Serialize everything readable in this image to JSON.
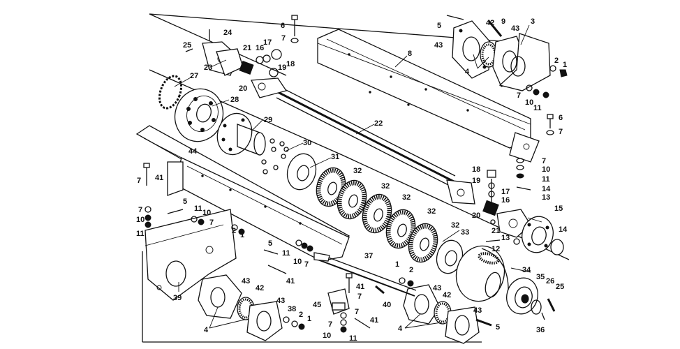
{
  "callouts": [
    "1",
    "2",
    "3",
    "4",
    "5",
    "6",
    "7",
    "8",
    "9",
    "10",
    "11",
    "12",
    "13",
    "14",
    "15",
    "16",
    "17",
    "18",
    "19",
    "20",
    "21",
    "22",
    "23",
    "24",
    "25",
    "26",
    "27",
    "28",
    "29",
    "30",
    "31",
    "32",
    "33",
    "34",
    "35",
    "36",
    "37",
    "38",
    "39",
    "40",
    "41",
    "42",
    "43",
    "44",
    "45"
  ]
}
